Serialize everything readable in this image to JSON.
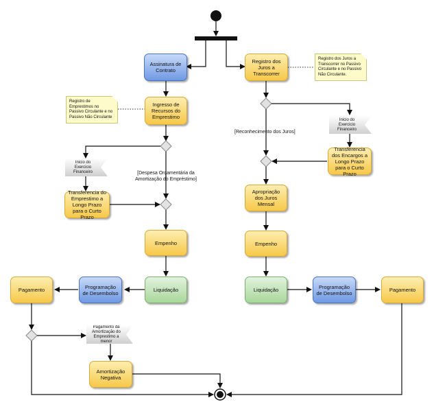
{
  "nodes": {
    "assinatura": "Assinatura de Contrato",
    "ingresso": "Ingresso de Recursos do Emprestimo",
    "transf_emprestimo": "Transferencia do Emprestimo a Longo Prazo para o Curto Prazo",
    "empenho_left": "Empenho",
    "liquidacao_left": "Liquidação",
    "programacao_left": "Programação de Desembolso",
    "pagamento_left": "Pagamento",
    "amortizacao": "Amortização Negativa",
    "registro_juros": "Registro dos Juros a Transcorrer",
    "transf_encargos": "Transferencia dos Encargos a Longo Prazo para o Curto Prazo",
    "apropriacao": "Apropriação dos Juros Mensal",
    "empenho_right": "Empenho",
    "liquidacao_right": "Liquidação",
    "programacao_right": "Programação de Desembolso",
    "pagamento_right": "Pagamento"
  },
  "notes": {
    "registro_emprestimos": "Registro de Emprestimos no Passivo Circulante e no Passivo Não Circulante",
    "registro_juros": "Registro dos Juros a Transcorrer no Passivo Circulante e no Passivo Não Circulante."
  },
  "signals": {
    "inicio_left": "Inicio do Exercicio Financeiro",
    "inicio_right": "Inicio do Exercicio Financeiro",
    "pagamento_amortizacao": "Pagamento da Amortização do Emprestimo a menor"
  },
  "guards": {
    "despesa": "[Despesa Orçamentária da Amortização do Empréstimo]",
    "reconhecimento": "[Reconhecimento dos Juros]"
  }
}
